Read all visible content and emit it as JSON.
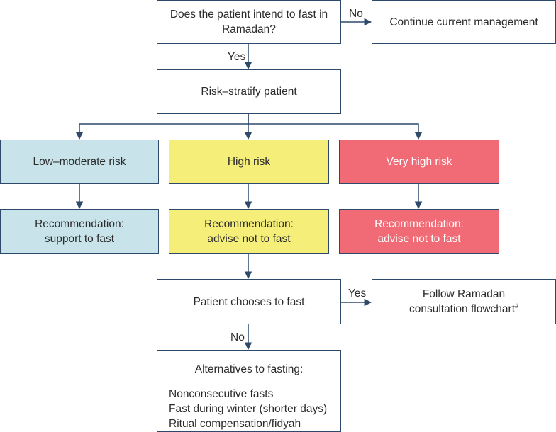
{
  "nodes": {
    "intend": {
      "line1": "Does the patient intend to fast in",
      "line2": "Ramadan?"
    },
    "continue": {
      "text": "Continue current management"
    },
    "stratify": {
      "text": "Risk–stratify patient"
    },
    "low_risk": {
      "text": "Low–moderate risk"
    },
    "high_risk": {
      "text": "High risk"
    },
    "very_high_risk": {
      "text": "Very high risk"
    },
    "rec_low": {
      "line1": "Recommendation:",
      "line2": "support to fast"
    },
    "rec_high": {
      "line1": "Recommendation:",
      "line2": "advise not to fast"
    },
    "rec_very_high": {
      "line1": "Recommendation:",
      "line2": "advise not to fast"
    },
    "chooses": {
      "text": "Patient chooses to fast"
    },
    "follow": {
      "line1": "Follow Ramadan",
      "line2": "consultation flowchart",
      "footnote": "#"
    },
    "alternatives": {
      "title": "Alternatives to fasting:",
      "items": [
        "Nonconsecutive fasts",
        "Fast during winter (shorter days)",
        "Ritual compensation/fidyah"
      ]
    }
  },
  "edge_labels": {
    "intend_no": "No",
    "intend_yes": "Yes",
    "chooses_yes": "Yes",
    "chooses_no": "No"
  },
  "colors": {
    "stroke": "#2d4a6b",
    "low_risk_fill": "#c8e4ea",
    "high_risk_fill": "#f5ef79",
    "very_high_risk_fill": "#f06b75"
  }
}
